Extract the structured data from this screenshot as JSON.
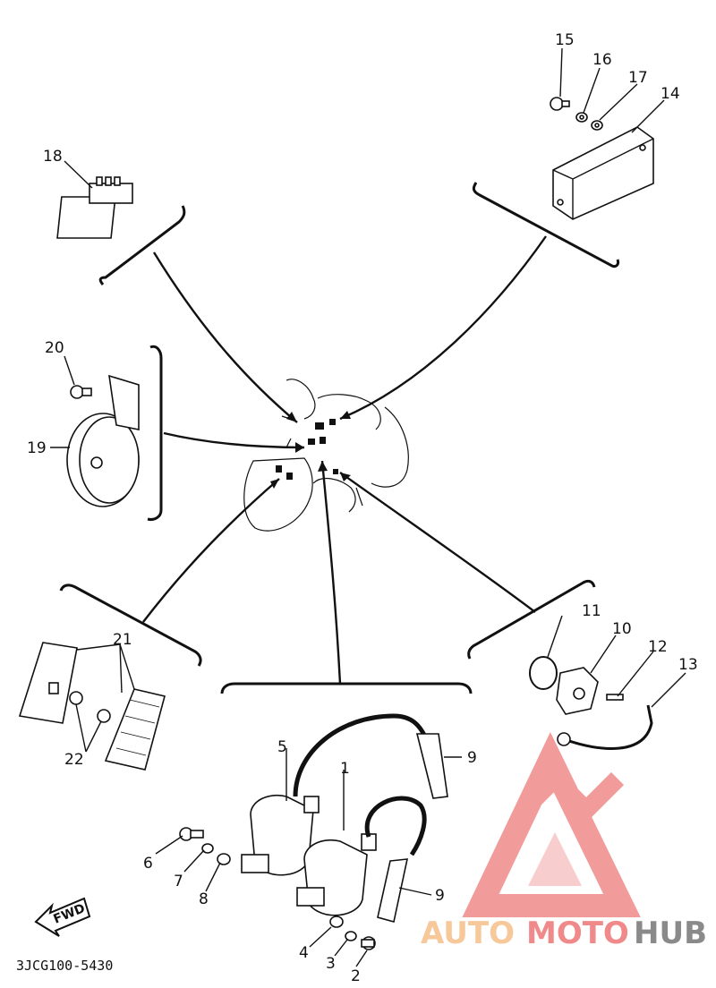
{
  "callouts": {
    "c1": "1",
    "c2": "2",
    "c3": "3",
    "c4": "4",
    "c5": "5",
    "c6": "6",
    "c7": "7",
    "c8": "8",
    "c9a": "9",
    "c9b": "9",
    "c10": "10",
    "c11": "11",
    "c12": "12",
    "c13": "13",
    "c14": "14",
    "c15": "15",
    "c16": "16",
    "c17": "17",
    "c18": "18",
    "c19": "19",
    "c20": "20",
    "c21": "21",
    "c22": "22"
  },
  "diagram_code": "3JCG100-5430",
  "fwd_label": "FWD",
  "watermark": {
    "part1": "AUTO",
    "part2": "MOTO",
    "part3": "HUB"
  },
  "colors": {
    "line": "#111111",
    "watermark_orange": "#f6c89a",
    "watermark_red": "#f08a8a",
    "watermark_gray": "#8a8a8a"
  }
}
